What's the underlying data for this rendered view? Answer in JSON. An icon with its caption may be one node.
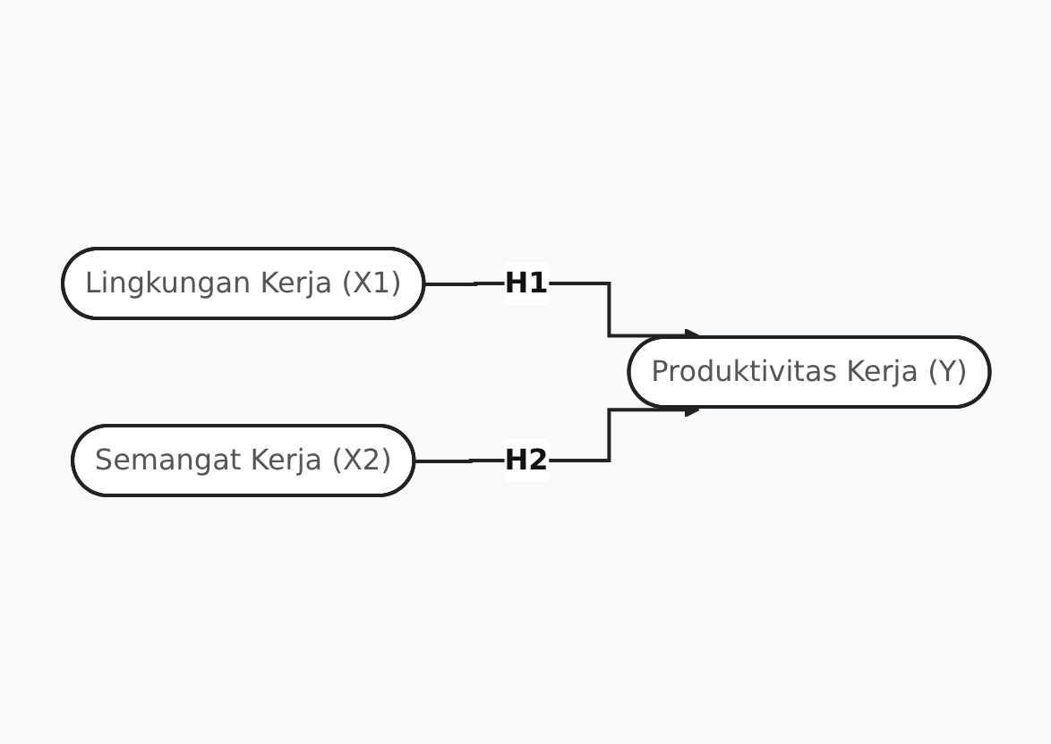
{
  "diagram": {
    "nodes": [
      {
        "text": [
          "Lingkungan Kerja (X1)"
        ]
      },
      {
        "text": [
          "Produktivitas Kerja (Y)"
        ]
      },
      {
        "text": [
          "Semangat Kerja (X2)"
        ]
      }
    ],
    "edges": [
      {
        "from": 0,
        "to": 1,
        "arrow": "to",
        "label": "H1"
      },
      {
        "from": 2,
        "to": 1,
        "arrow": "to",
        "label": "H2"
      }
    ]
  }
}
